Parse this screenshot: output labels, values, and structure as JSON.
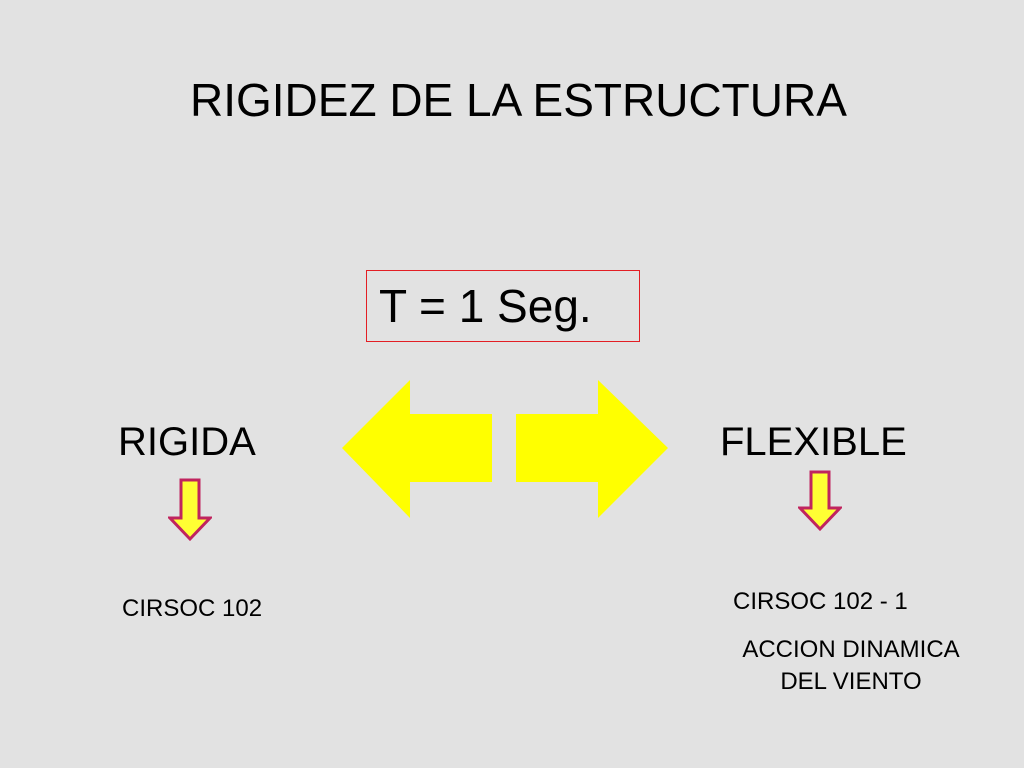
{
  "slide": {
    "title": "RIGIDEZ DE LA ESTRUCTURA",
    "period_label": "T = 1 Seg.",
    "left": {
      "label": "RIGIDA",
      "code": "CIRSOC 102"
    },
    "right": {
      "label": "FLEXIBLE",
      "code": "CIRSOC 102 - 1",
      "note": "ACCION DINAMICA DEL VIENTO"
    }
  },
  "colors": {
    "background": "#e2e2e2",
    "arrow_fill": "#ffff00",
    "down_arrow_fill": "#ffff33",
    "down_arrow_outline": "#c0245e",
    "box_border": "#e31e24",
    "text": "#000000"
  },
  "icons": {
    "double_arrow": "left-right-arrows-icon",
    "down_arrow": "arrow-down-icon"
  }
}
